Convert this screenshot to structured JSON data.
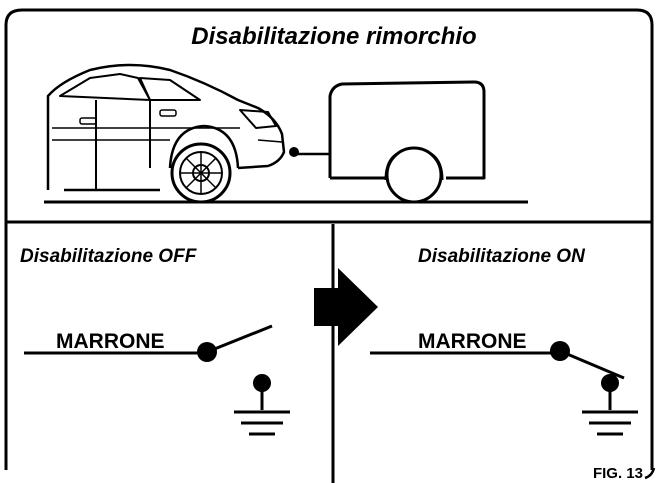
{
  "title": "Disabilitazione rimorchio",
  "panel_off": {
    "title": "Disabilitazione OFF",
    "wire_label": "MARRONE"
  },
  "panel_on": {
    "title": "Disabilitazione ON",
    "wire_label": "MARRONE"
  },
  "figure_label": "FIG. 13",
  "colors": {
    "ink": "#000000",
    "background": "#ffffff"
  }
}
